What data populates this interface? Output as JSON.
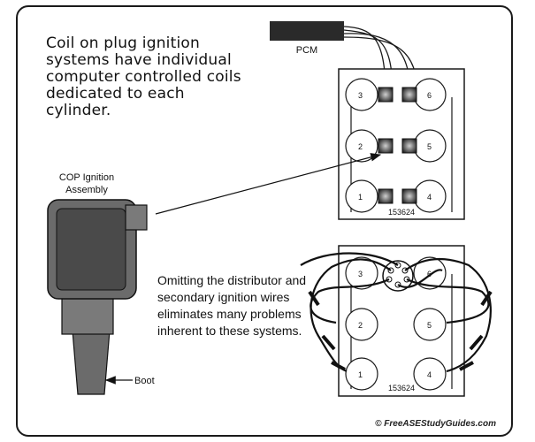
{
  "captions": {
    "top_left": "Coil on plug ignition systems have individual computer controlled coils dedicated to each cylinder.",
    "bottom_mid": "Omitting the distributor and secondary ignition wires eliminates many problems inherent to these systems."
  },
  "labels": {
    "pcm": "PCM",
    "cop_assembly_line1": "COP Ignition",
    "cop_assembly_line2": "Assembly",
    "boot": "Boot",
    "firing_order": "153624"
  },
  "cylinders": [
    "3",
    "6",
    "2",
    "5",
    "1",
    "4"
  ],
  "footer": "© FreeASEStudyGuides.com",
  "colors": {
    "line": "#1a1a1a",
    "coil_body": "#6b6b6b",
    "coil_face": "#4a4a4a",
    "pcm_box": "#2a2a2a",
    "coil_square": "#3a3a3a"
  }
}
